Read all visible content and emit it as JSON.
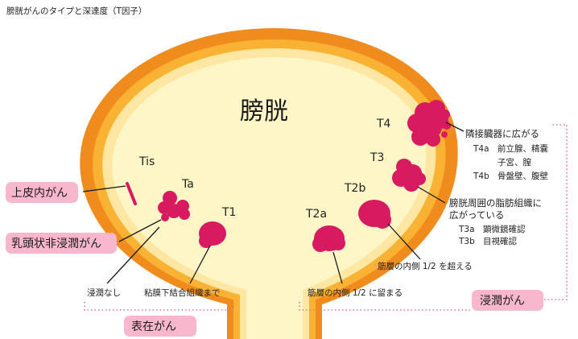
{
  "title": "膀胱がんのタイプと深達度（T因子）",
  "bladder_label": "膀胱",
  "stages": {
    "tis": "Tis",
    "ta": "Ta",
    "t1": "T1",
    "t2a": "T2a",
    "t2b": "T2b",
    "t3": "T3",
    "t4": "T4"
  },
  "pills": {
    "carcinoma_in_situ": "上皮内がん",
    "papillary_noninvasive": "乳頭状非浸潤がん",
    "superficial": "表在がん",
    "invasive": "浸潤がん"
  },
  "notes": {
    "no_invasion": "浸潤なし",
    "subepithelial": "粘膜下結合組織まで",
    "t2a_desc": "筋層の内側 1/2 に留まる",
    "t2b_desc": "筋層の内側 1/2 を超える",
    "t3_desc_1": "膀胱周囲の脂肪組織に",
    "t3_desc_2": "広がっている",
    "t3a_code": "T3a",
    "t3a_desc": "顕微鏡確認",
    "t3b_code": "T3b",
    "t3b_desc": "目視確認",
    "t4_desc": "隣接臓器に広がる",
    "t4a_code": "T4a",
    "t4a_desc_1": "前立腺、精嚢",
    "t4a_desc_2": "子宮、膣",
    "t4b_code": "T4b",
    "t4b_desc": "骨盤壁、腹壁"
  },
  "colors": {
    "outer_wall": "#f08c1e",
    "middle_wall": "#f9b233",
    "inner_wall": "#fde7a2",
    "lumen": "#fff6c8",
    "tumor": "#d81b60",
    "pill_fill": "#f8b7cd",
    "bracket": "#e8709a"
  }
}
